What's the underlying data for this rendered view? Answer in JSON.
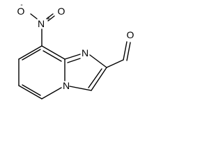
{
  "molecule": {
    "atoms": {
      "nitro_o_minus": "O",
      "nitro_o_minus_charge": "-",
      "nitro_n": "N",
      "nitro_n_charge": "+",
      "nitro_o_double": "O",
      "imidazole_n": "N",
      "bridgehead_n": "N",
      "aldehyde_o": "O"
    }
  },
  "colors": {
    "bond": "#000000",
    "label": "#000000",
    "background": "#ffffff"
  }
}
